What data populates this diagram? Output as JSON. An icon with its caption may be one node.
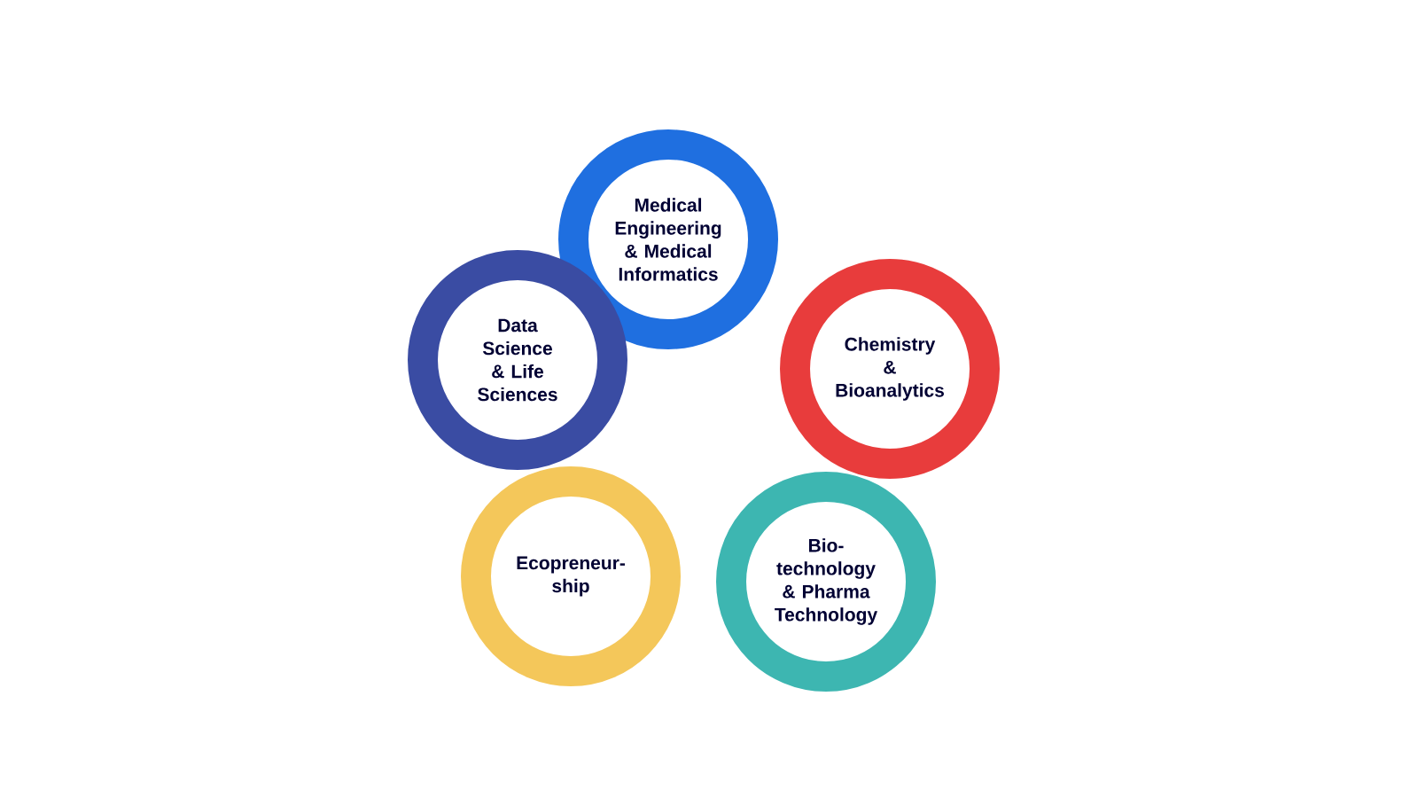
{
  "diagram": {
    "nodes": [
      {
        "text": [
          "Medical Engineering & Medical Informatics"
        ]
      },
      {
        "text": [
          "Chemistry & Bioanalytics"
        ]
      },
      {
        "text": [
          "Bio-technology & Pharma Technology"
        ]
      },
      {
        "text": [
          "Ecopreneur-ship"
        ]
      },
      {
        "text": [
          "Data Science & Life Sciences"
        ]
      }
    ]
  }
}
